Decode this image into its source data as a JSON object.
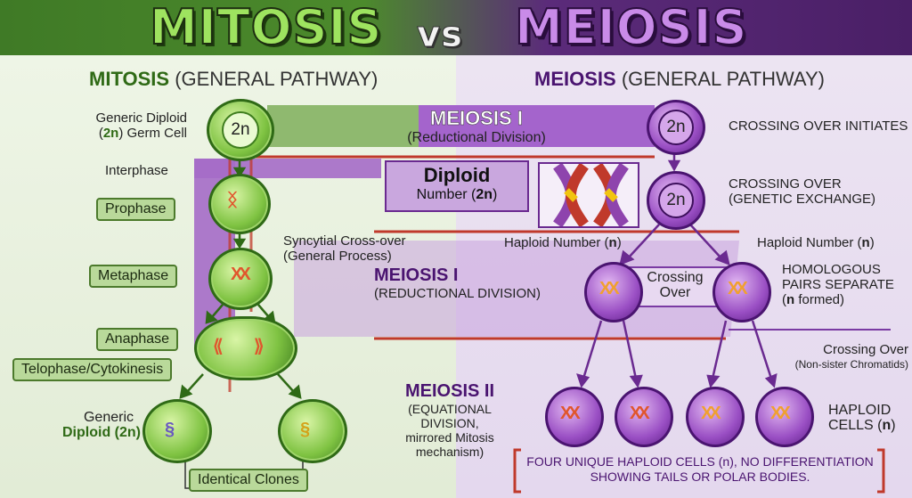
{
  "title": {
    "left": "MITOSIS",
    "vs": "vs",
    "right": "MEIOSIS"
  },
  "mitosis": {
    "header_bold": "MITOSIS",
    "header_rest": "(GENERAL PATHWAY)",
    "germ_cell_label_1": "Generic Diploid",
    "germ_cell_label_2a": "(",
    "germ_cell_label_2b": "2n",
    "germ_cell_label_2c": ") Germ Cell",
    "germ_cell_nucleus": "2n",
    "interphase": "Interphase",
    "prophase": "Prophase",
    "metaphase": "Metaphase",
    "anaphase": "Anaphase",
    "telophase": "Telophase/Cytokinesis",
    "syncytial_1": "Syncytial Cross-over",
    "syncytial_2": "(General Process)",
    "result_1": "Generic",
    "result_2": "Diploid (2n)",
    "clones": "Identical Clones"
  },
  "meiosis": {
    "header_bold": "MEIOSIS",
    "header_rest": "(GENERAL PATHWAY)",
    "band_title": "MEIOSIS I",
    "band_subtitle": "(Reductional Division)",
    "diploid_title": "Diploid",
    "diploid_sub_a": "Number (",
    "diploid_sub_b": "2n",
    "diploid_sub_c": ")",
    "top_nucleus": "2n",
    "crossing_initiates": "CROSSING OVER INITIATES",
    "cross_nucleus": "2n",
    "crossing_genetic_1": "CROSSING OVER",
    "crossing_genetic_2": "(GENETIC EXCHANGE)",
    "haploid_left_a": "Haploid Number (",
    "haploid_left_b": "n",
    "haploid_left_c": ")",
    "haploid_right_a": "Haploid Number (",
    "haploid_right_b": "n",
    "haploid_right_c": ")",
    "meiosis1_title": "MEIOSIS I",
    "meiosis1_sub": "(REDUCTIONAL DIVISION)",
    "crossing_over_1": "Crossing",
    "crossing_over_2": "Over",
    "homologous_1": "HOMOLOGOUS",
    "homologous_2": "PAIRS SEPARATE",
    "homologous_3a": "(",
    "homologous_3b": "n",
    "homologous_3c": " formed)",
    "crossing_nonsister_1": "Crossing Over",
    "crossing_nonsister_2": "(Non-sister Chromatids)",
    "meiosis2_title": "MEIOSIS II",
    "meiosis2_sub_1": "(EQUATIONAL DIVISION,",
    "meiosis2_sub_2": "mirrored Mitosis",
    "meiosis2_sub_3": "mechanism)",
    "haploid_cells_1": "HAPLOID",
    "haploid_cells_2a": "CELLS (",
    "haploid_cells_2b": "n",
    "haploid_cells_2c": ")",
    "footer_1": "FOUR UNIQUE HAPLOID CELLS (n), NO DIFFERENTIATION",
    "footer_2": "SHOWING TAILS OR POLAR BODIES."
  },
  "colors": {
    "mitosis_green": "#4c8a2c",
    "meiosis_purple": "#7a3aa3",
    "divider_red": "#c0392b"
  }
}
